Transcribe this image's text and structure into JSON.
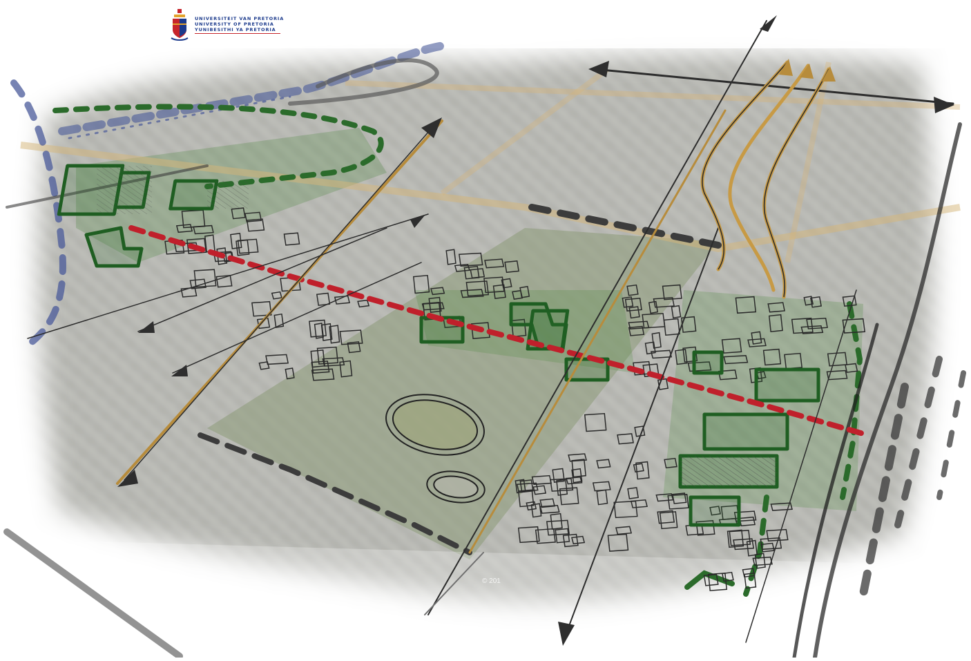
{
  "branding": {
    "logo_lines": [
      "UNIVERSITEIT VAN PRETORIA",
      "UNIVERSITY OF PRETORIA",
      "YUNIBESITHI YA PRETORIA"
    ],
    "crest_icon": "university-crest-icon",
    "text_color": "#1b3a8c",
    "accent_color": "#c7242b"
  },
  "map": {
    "style": "hand-sketched urban design overlay on oblique aerial photograph",
    "colors": {
      "green_precinct": "#1f5e22",
      "red_axis": "#c0202b",
      "movement_arrows": "#3a3a3a",
      "highway_ramps": "#c79a45",
      "rail_line": "#2c2c2c",
      "boundary_dashes": "#3c3c3c",
      "blue_corridor": "#4a5a9a"
    },
    "watermark": "© 201"
  }
}
